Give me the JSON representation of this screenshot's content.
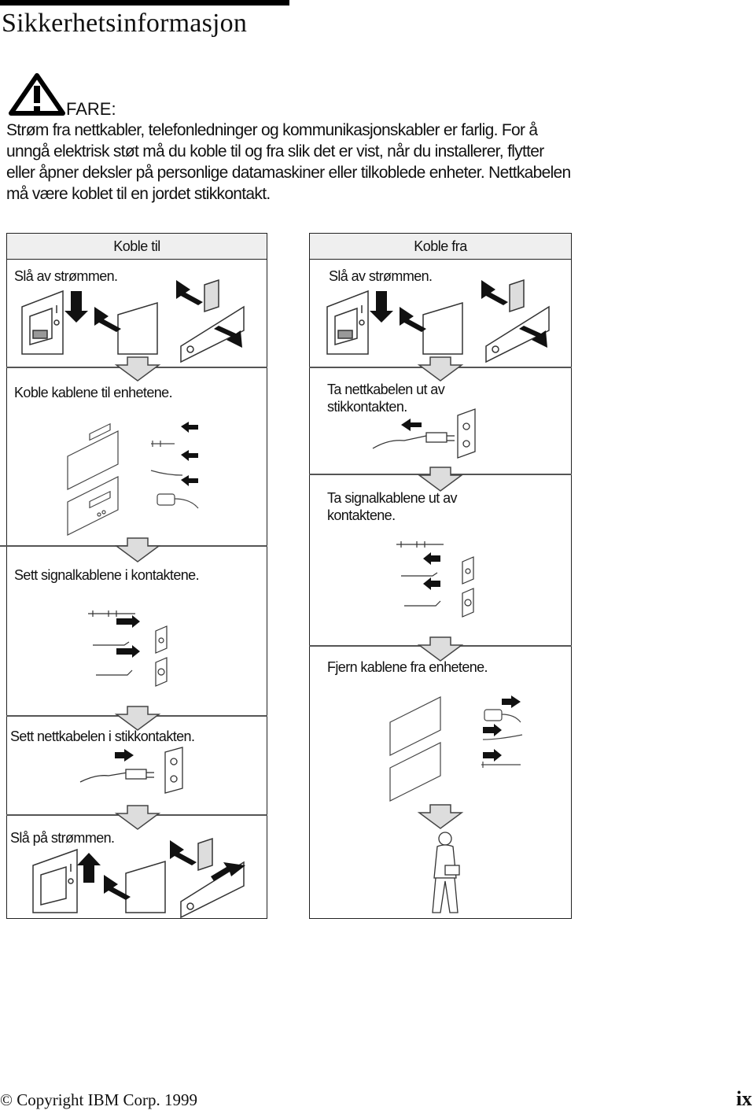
{
  "page": {
    "title": "Sikkerhetsinformasjon",
    "warning_label": "FARE:",
    "warning_text": "Strøm fra nettkabler, telefonledninger og kommunikasjonskabler er farlig. For å unngå elektrisk støt må du koble til og fra slik det er vist, når du installerer, flytter eller åpner deksler på personlige datamaskiner eller tilkoblede enheter. Nettkabelen må være koblet til en jordet stikkontakt."
  },
  "left_panel": {
    "header": "Koble til",
    "steps": [
      "Slå av strømmen.",
      "Koble kablene til enhetene.",
      "Sett signalkablene i kontaktene.",
      "Sett nettkabelen i stikkontakten.",
      "Slå på strømmen."
    ]
  },
  "right_panel": {
    "header": "Koble fra",
    "steps": [
      "Slå av strømmen.",
      "Ta nettkabelen ut av stikkontakten.",
      "Ta signalkablene ut av kontaktene.",
      "Fjern kablene fra enhetene."
    ]
  },
  "footer": {
    "copyright": "© Copyright IBM Corp. 1999",
    "page_number": "ix"
  },
  "icons": [
    "warning-triangle-icon",
    "down-arrow-icon",
    "push-arrow-icon",
    "power-switch-icon",
    "outlet-icon",
    "plug-icon",
    "device-icon",
    "person-icon"
  ]
}
